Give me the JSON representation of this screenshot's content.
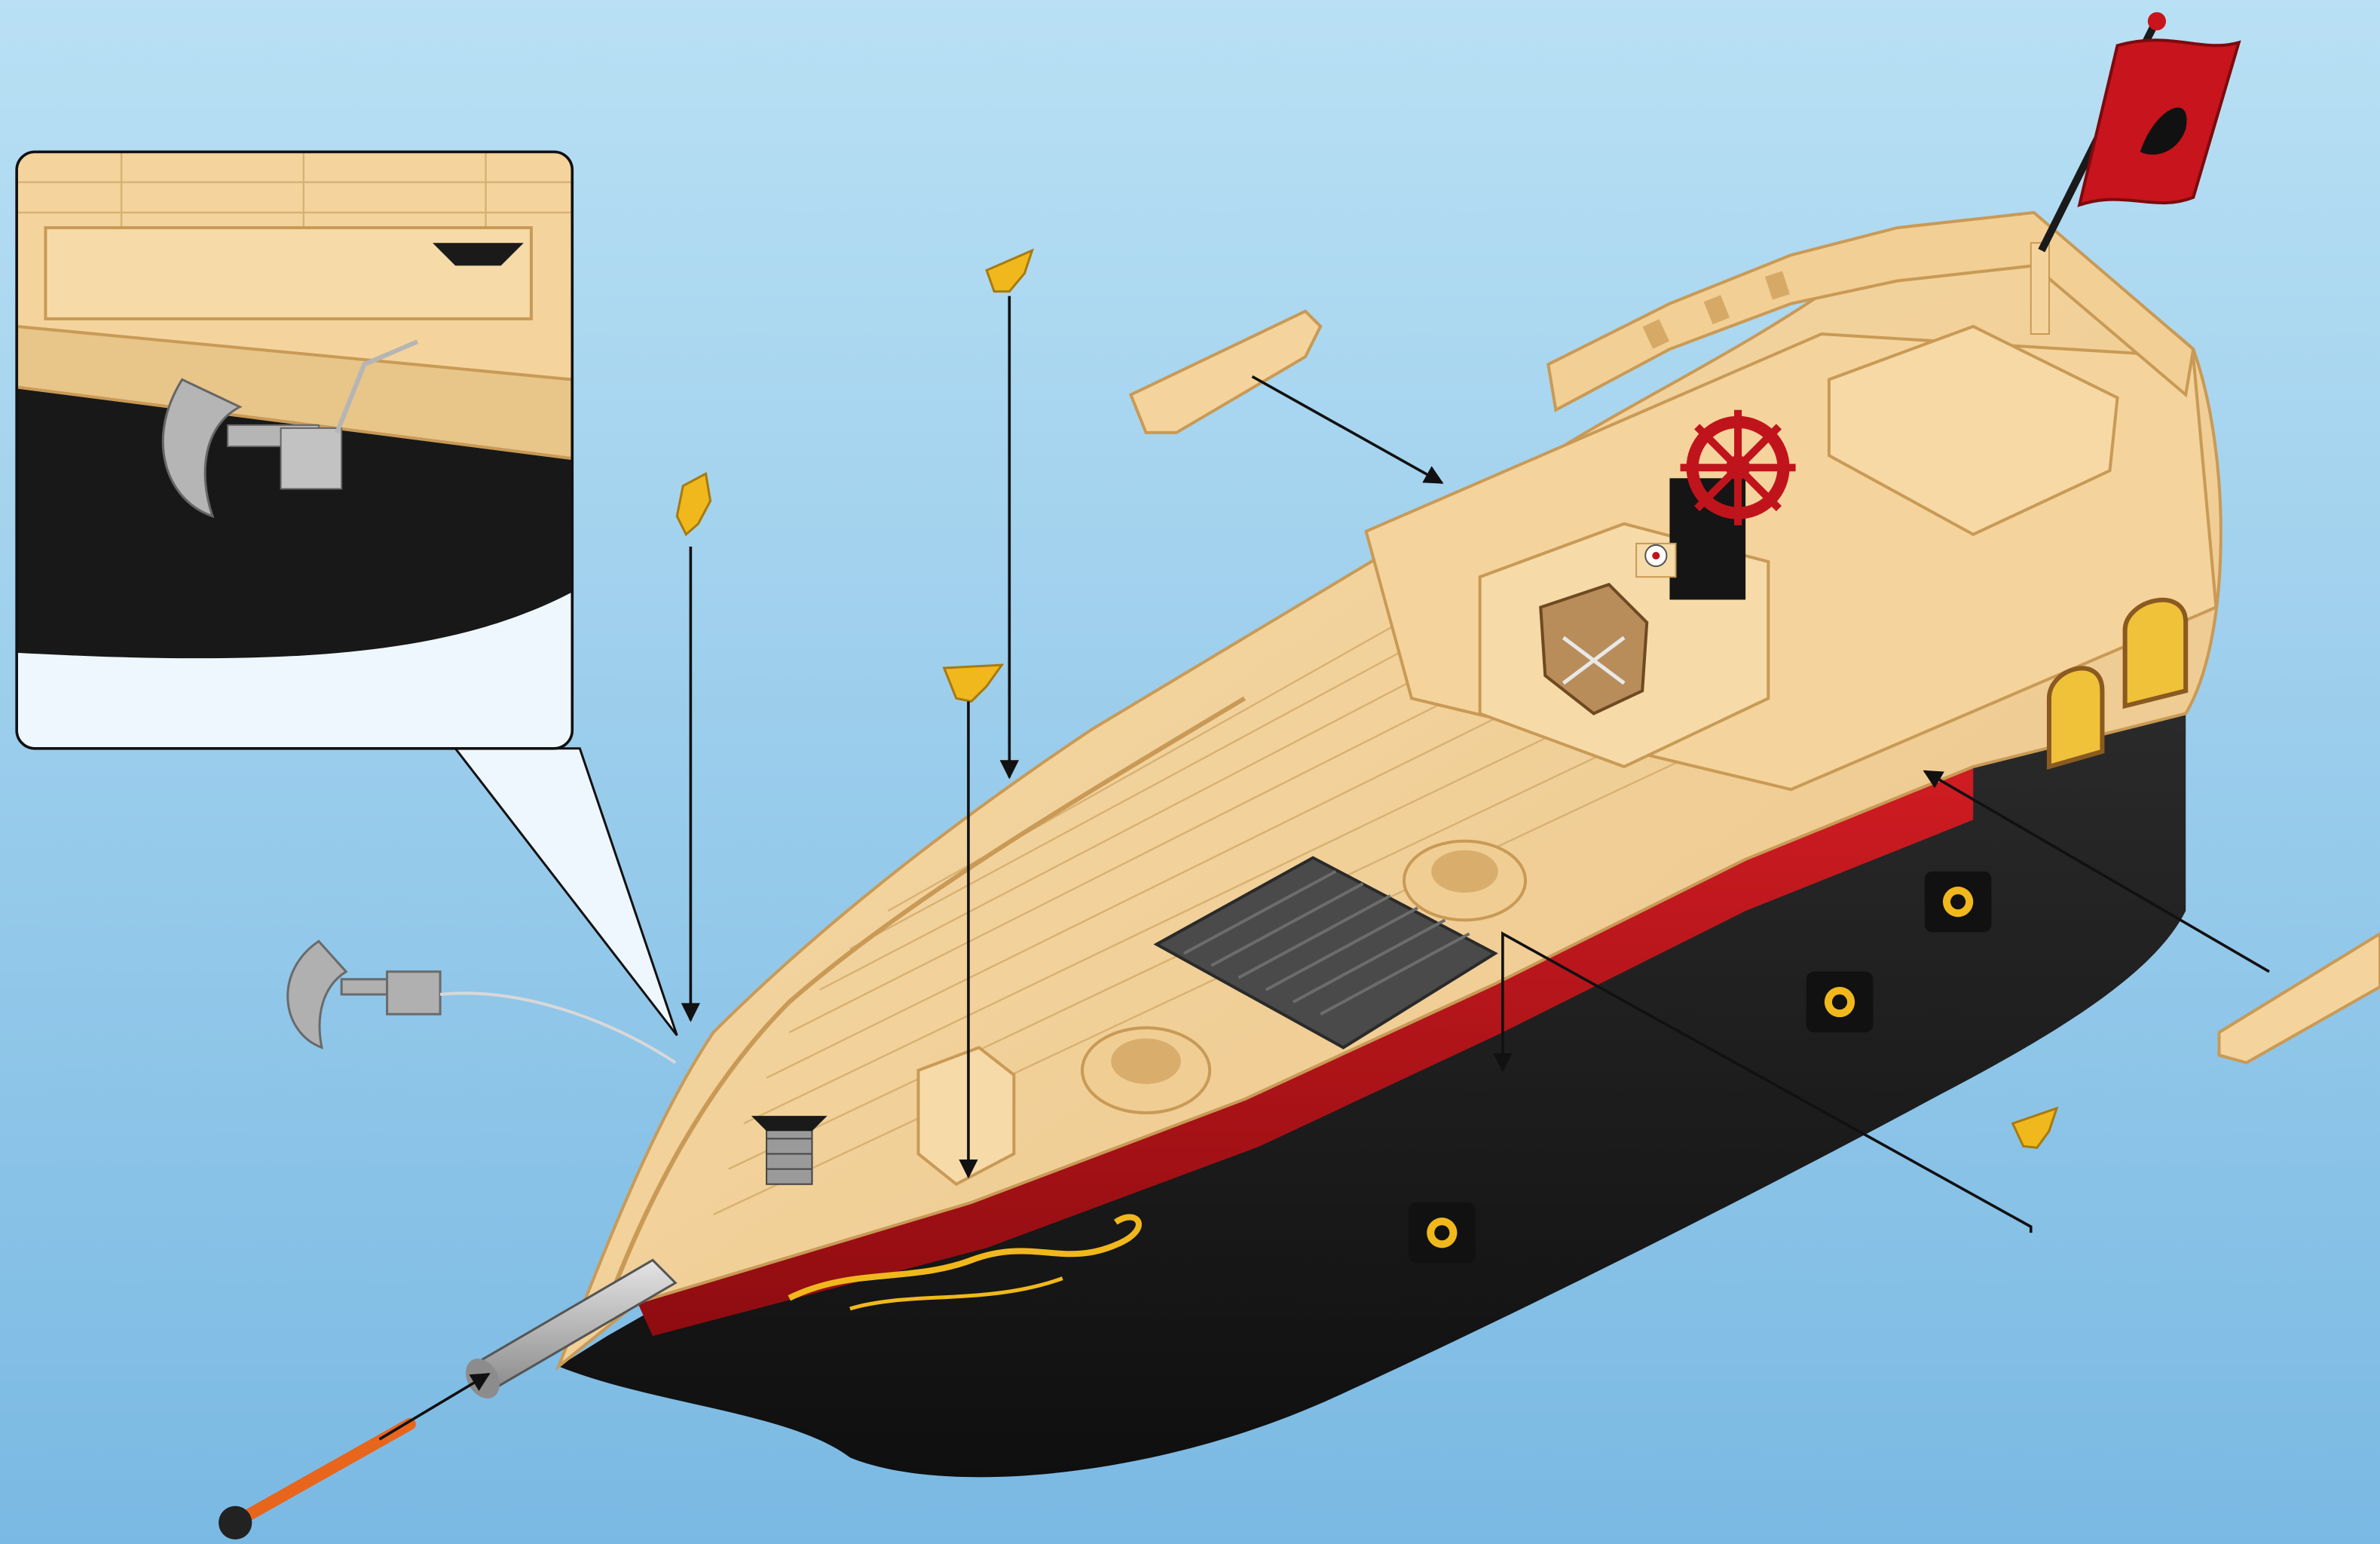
{
  "scene": {
    "type": "assembly-instruction-illustration",
    "subject": "pirate-ship",
    "parts": [
      "hull",
      "deck",
      "cannon",
      "ramrod",
      "anchor",
      "winch",
      "flag",
      "ship-wheel",
      "compass",
      "cargo-hatch-grate",
      "railing-piece-left",
      "railing-piece-right",
      "flag-holder-1",
      "flag-holder-2",
      "flag-holder-3",
      "flag-holder-4"
    ],
    "detail_callout": "anchor-winch-detail"
  },
  "colors": {
    "background_top": "#b9e0f4",
    "background_bottom": "#7ab9e3",
    "hull": "#1c1c1c",
    "deck": "#f5d49a",
    "deck_shadow": "#d9ae6c",
    "red_band": "#b31218",
    "gold": "#f0b81c",
    "flag": "#c8141c",
    "cannon": "#a8a8a8",
    "ramrod": "#e8651c"
  }
}
